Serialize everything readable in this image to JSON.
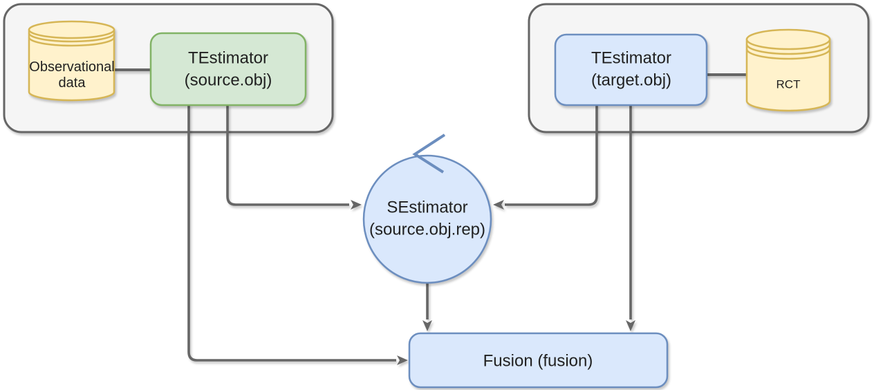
{
  "colors": {
    "page_bg": "#ffffff",
    "container_fill": "#f5f5f5",
    "container_stroke": "#666666",
    "database_fill": "#fff2cc",
    "database_stroke": "#d6b656",
    "source_estimator_fill": "#d5e8d4",
    "source_estimator_stroke": "#82b366",
    "blue_fill": "#dae8fc",
    "blue_stroke": "#6c8ebf",
    "edge_color": "#666666",
    "text_color": "#212121"
  },
  "nodes": {
    "observational_db": {
      "line1": "Observational",
      "line2": "data"
    },
    "source_estimator": {
      "line1": "TEstimator",
      "line2": "(source.obj)"
    },
    "target_estimator": {
      "line1": "TEstimator",
      "line2": "(target.obj)"
    },
    "rct_db": {
      "label": "RCT"
    },
    "sestimator": {
      "line1": "SEstimator",
      "line2": "(source.obj.rep)"
    },
    "fusion": {
      "label": "Fusion (fusion)"
    }
  }
}
